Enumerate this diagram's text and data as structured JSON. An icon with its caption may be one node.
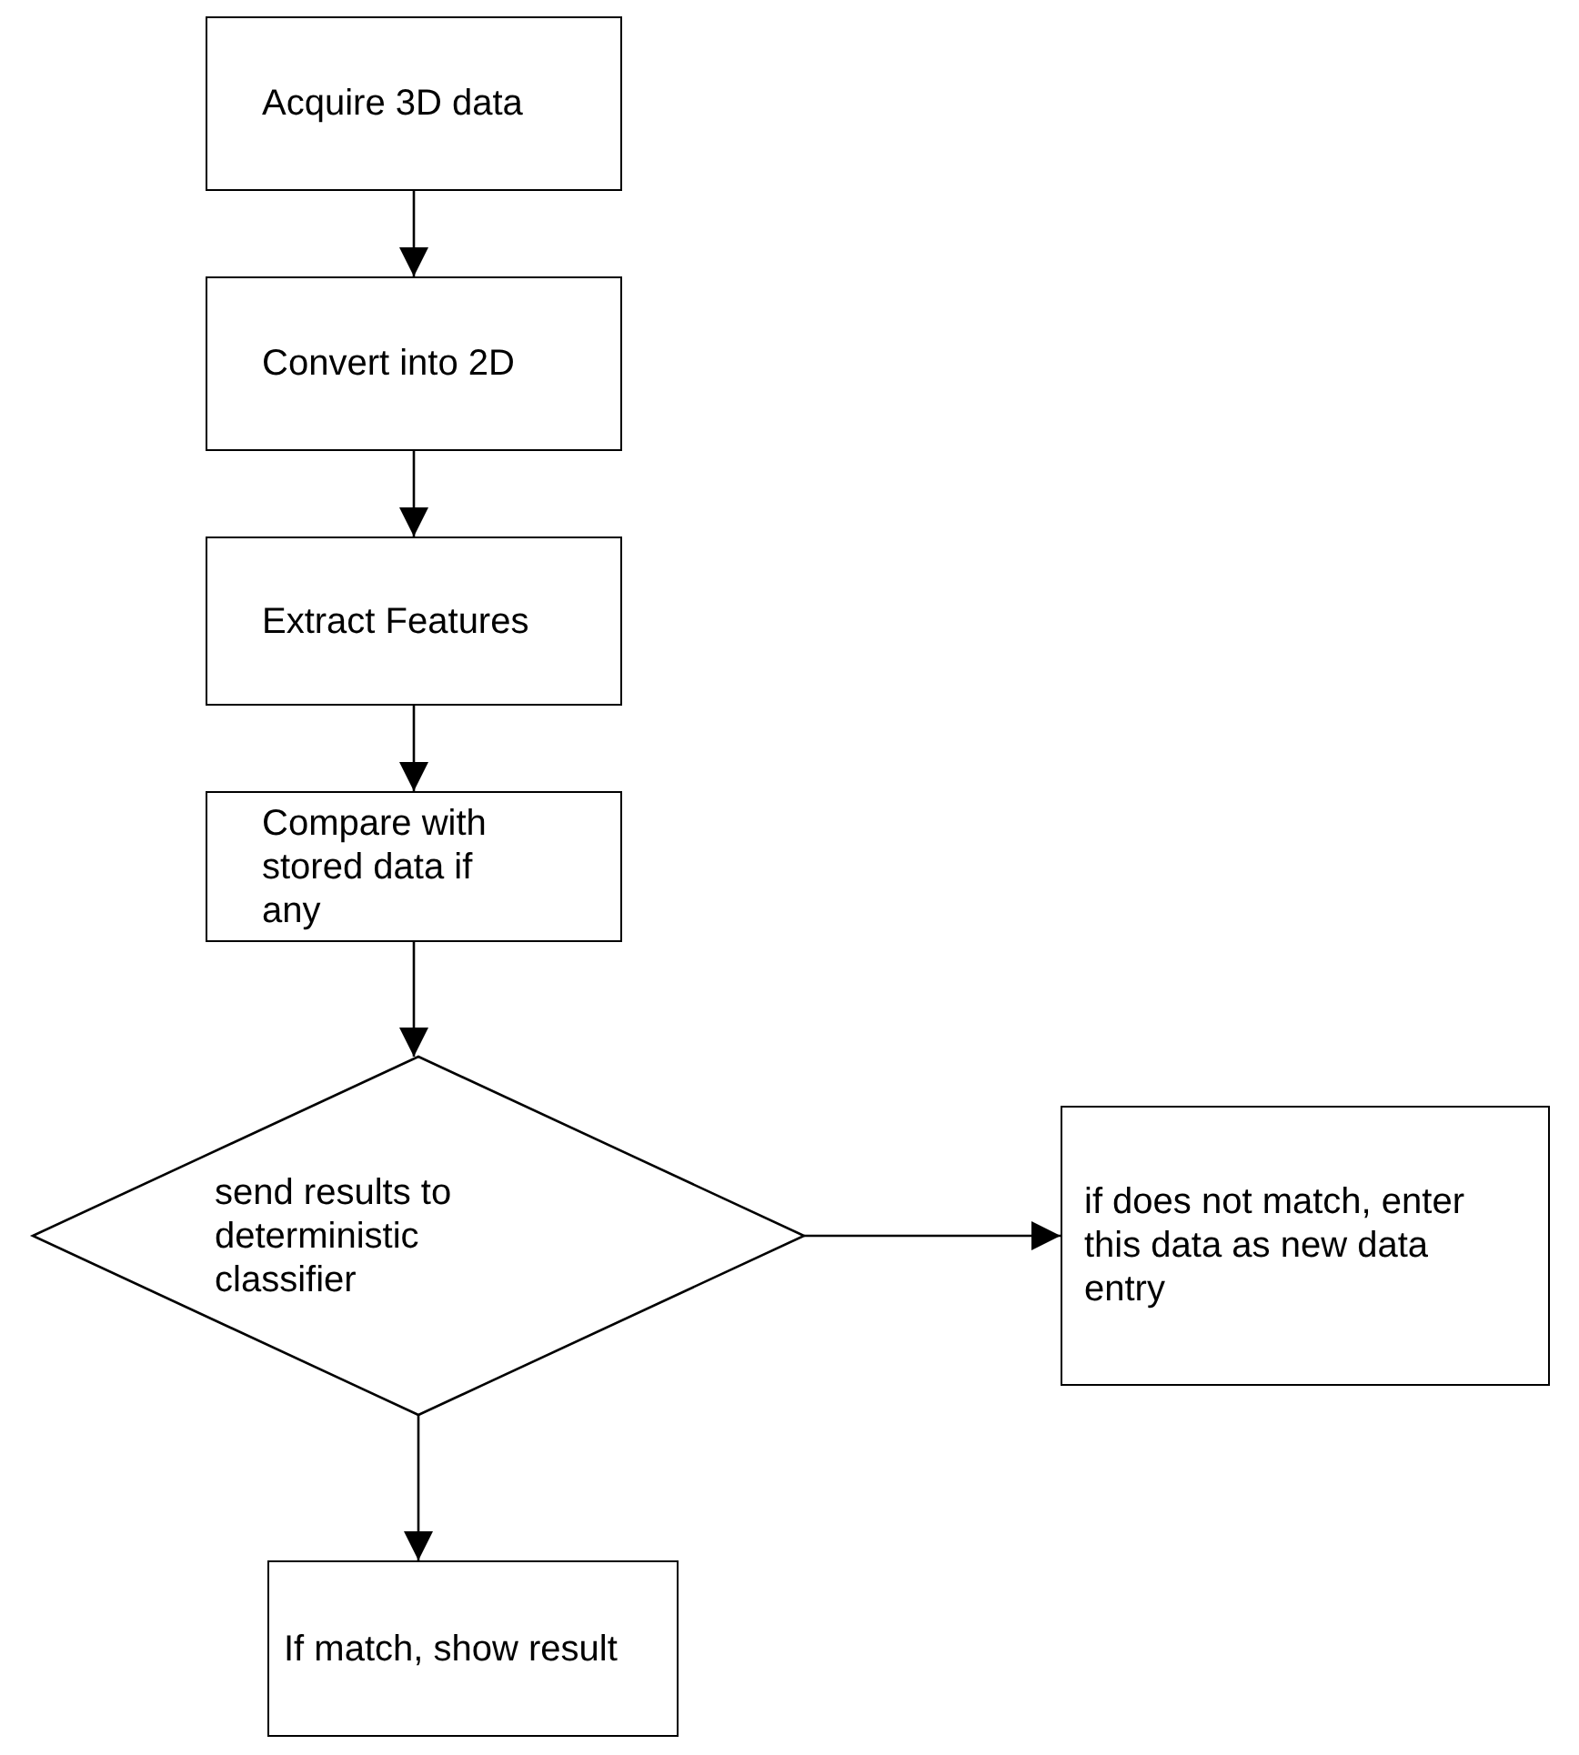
{
  "diagram": {
    "nodes": [
      {
        "text": [
          "Acquire 3D data"
        ]
      },
      {
        "text": [
          "Convert into 2D"
        ]
      },
      {
        "text": [
          "Extract Features"
        ]
      },
      {
        "text": [
          "Compare with stored data if any"
        ]
      },
      {
        "text": [
          "send results to deterministic classifier"
        ]
      },
      {
        "text": [
          "if does not match, enter this data as new data entry"
        ]
      },
      {
        "text": [
          "If match, show result"
        ]
      }
    ],
    "edges": [
      {
        "from": 0,
        "to": 1,
        "arrow": "to"
      },
      {
        "from": 1,
        "to": 2,
        "arrow": "to"
      },
      {
        "from": 2,
        "to": 3,
        "arrow": "to"
      },
      {
        "from": 3,
        "to": 4,
        "arrow": "to"
      },
      {
        "from": 4,
        "to": 5,
        "arrow": "to"
      },
      {
        "from": 4,
        "to": 6,
        "arrow": "to"
      }
    ]
  }
}
